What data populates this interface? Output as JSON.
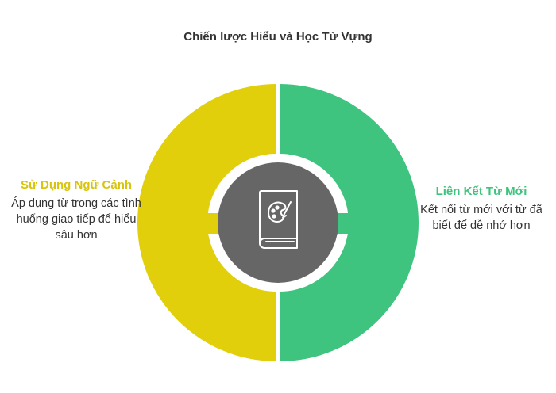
{
  "title": "Chiến lược Hiểu và Học Từ Vựng",
  "left": {
    "heading": "Sử Dụng Ngữ Cảnh",
    "description": "Áp dụng từ trong các tình huống giao tiếp để hiểu sâu hơn",
    "icon": "speech-person-icon",
    "color": "#e2cf0b"
  },
  "right": {
    "heading": "Liên Kết Từ Mới",
    "description": "Kết nối từ mới với từ đã biết để dễ nhớ hơn",
    "icon": "link-icon",
    "color": "#3ec47e"
  },
  "center": {
    "icon": "book-palette-icon",
    "color": "#666666"
  }
}
